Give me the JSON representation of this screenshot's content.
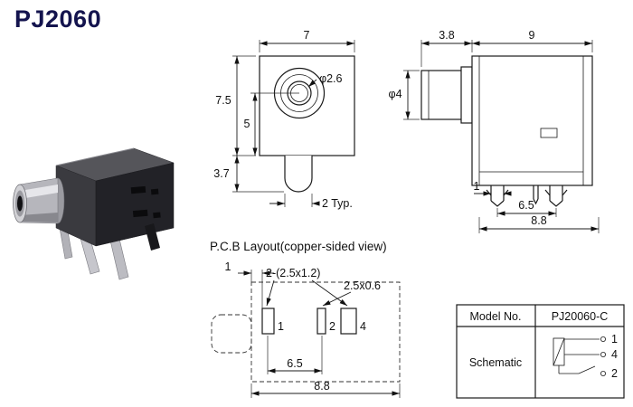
{
  "title": "PJ2060",
  "colors": {
    "title_text": "#14144e"
  },
  "front_view": {
    "dim_width": "7",
    "dim_height": "7.5",
    "dim_center_height": "5",
    "dim_peg_length": "3.7",
    "dim_hole_dia": "φ2.6",
    "dim_peg_width": "2 Typ."
  },
  "side_view": {
    "dim_barrel_length": "3.8",
    "dim_body_depth": "9",
    "dim_barrel_dia": "φ4",
    "dim_pin_width": "1",
    "dim_pin_pitch": "6.5",
    "dim_overall_width": "8.8"
  },
  "pcb_layout": {
    "title": "P.C.B Layout(copper-sided view)",
    "dim_edge_offset": "1",
    "dim_large_pads": "2-(2.5x1.2)",
    "dim_small_pad": "2.5x0.6",
    "dim_pad_pitch": "6.5",
    "dim_overall_width": "8.8",
    "pads": {
      "pad1": "1",
      "pad2": "2",
      "pad4": "4"
    }
  },
  "spec_table": {
    "model_label": "Model No.",
    "model_value": "PJ20060-C",
    "schematic_label": "Schematic",
    "schematic_pins": {
      "pin1": "1",
      "pin4": "4",
      "pin2": "2"
    }
  }
}
